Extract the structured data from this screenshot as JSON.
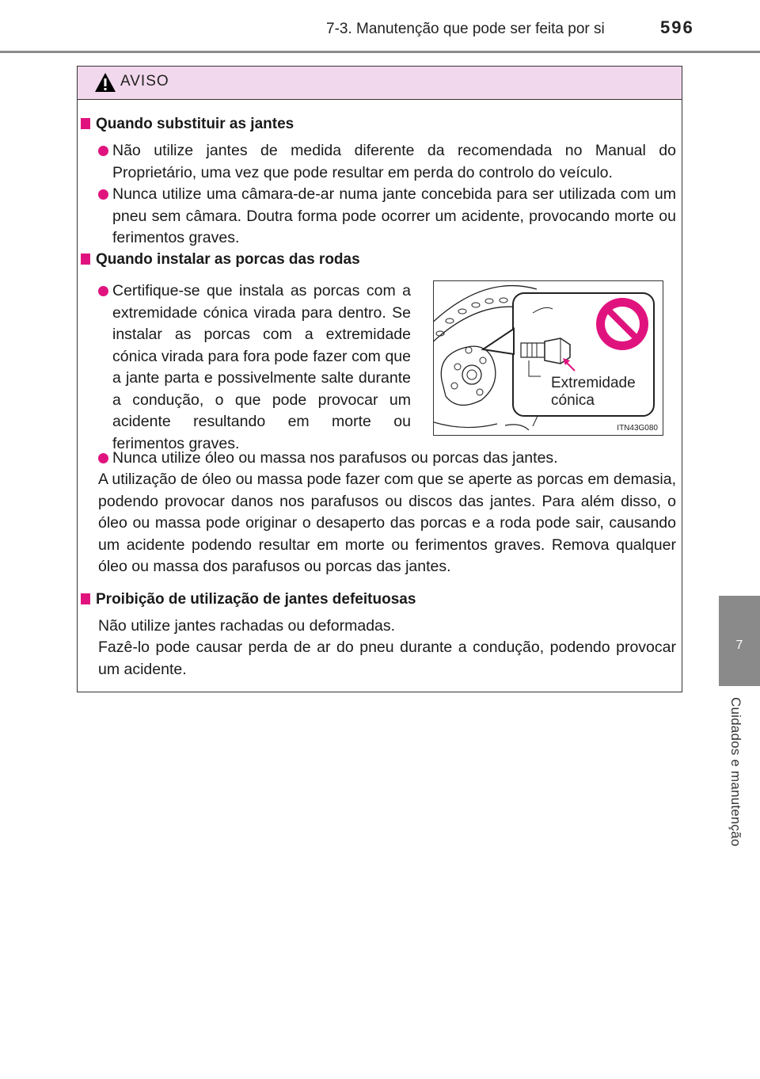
{
  "header": {
    "section": "7-3. Manutenção que pode ser feita por si",
    "page_number": "596"
  },
  "side_tab": {
    "chapter_number": "7",
    "chapter_title": "Cuidados e manutenção"
  },
  "warning": {
    "title": "AVISO",
    "sections": [
      {
        "heading": "Quando substituir as jantes",
        "bullets": [
          "Não utilize jantes de medida diferente da recomendada no Manual do Proprietário, uma vez que pode resultar em perda do controlo do veículo.",
          "Nunca utilize uma câmara-de-ar numa jante concebida para ser utilizada com um pneu sem câmara. Doutra forma pode ocorrer um acidente, provocando morte ou ferimentos graves."
        ]
      },
      {
        "heading": "Quando instalar as porcas das rodas",
        "bullets": [
          "Certifique-se que instala as porcas com a extremidade cónica virada para dentro. Se instalar as porcas com a extremidade cónica virada para fora pode fazer com que a jante parta e possivelmente salte durante a condução, o que pode provocar um acidente resultando em morte ou ferimentos graves.",
          "Nunca utilize óleo ou massa nos parafusos ou porcas das jantes."
        ],
        "continuation": "A utilização de óleo ou massa pode fazer com que se aperte as porcas em demasia, podendo provocar danos nos parafusos ou discos das jantes. Para além disso, o óleo ou massa pode originar o desaperto das porcas e a roda pode sair, causando um acidente podendo resultar em morte ou ferimentos graves. Remova qualquer óleo ou massa dos parafusos ou porcas das jantes."
      },
      {
        "heading": "Proibição de utilização de jantes defeituosas",
        "paragraphs": [
          "Não utilize jantes rachadas ou deformadas.",
          "Fazê-lo pode causar perda de ar do pneu durante a condução, podendo provocar um acidente."
        ]
      }
    ],
    "figure": {
      "label_line1": "Extremidade",
      "label_line2": "cónica",
      "code": "ITN43G080"
    }
  },
  "colors": {
    "accent": "#e0137e",
    "header_band": "#f2d8ec",
    "side_tab": "#8a8a8a",
    "rule": "#8c8c8c"
  }
}
